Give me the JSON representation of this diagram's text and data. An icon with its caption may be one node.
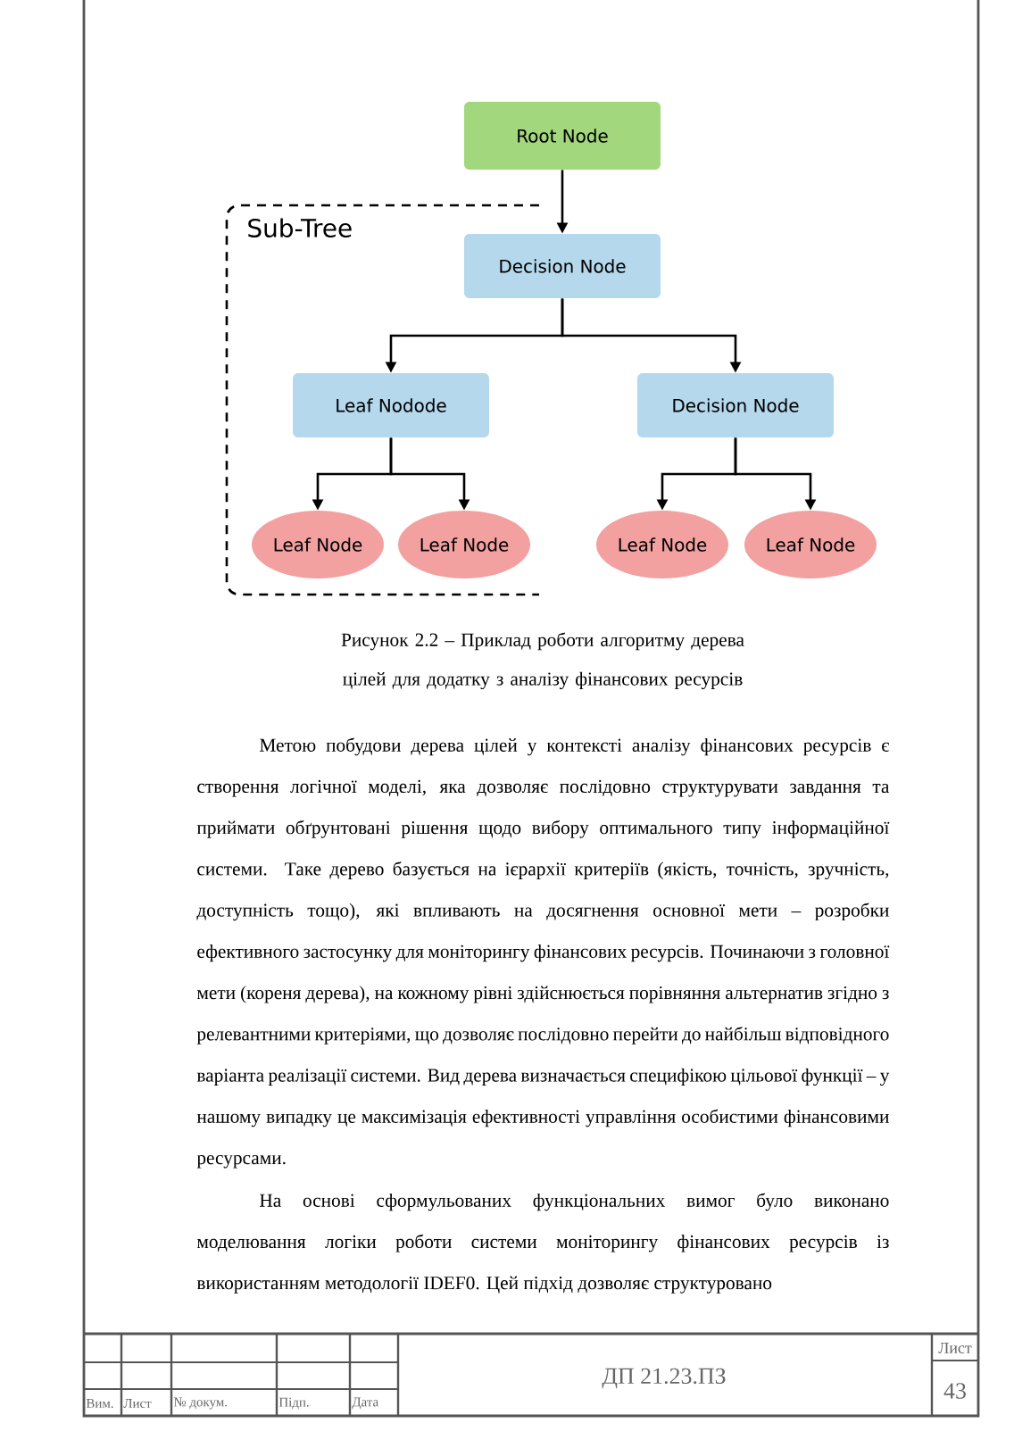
{
  "diagram": {
    "caption": "Рисунок 2.2 – Приклад роботи алгоритму дерева цілей для додатку з аналізу фінансових ресурсів",
    "nodes": [
      {
        "text": [
          "Root Node"
        ]
      },
      {
        "text": [
          "Sub-Tree"
        ]
      },
      {
        "text": [
          "Decision Node"
        ]
      },
      {
        "text": [
          "Leaf Nodode"
        ],
        "in": 1
      },
      {
        "text": [
          "Decision Node"
        ]
      },
      {
        "text": [
          "Leaf Node"
        ],
        "in": 1
      },
      {
        "text": [
          "Leaf Node"
        ],
        "in": 1
      },
      {
        "text": [
          "Leaf Node"
        ]
      },
      {
        "text": [
          "Leaf Node"
        ]
      }
    ],
    "edges": [
      {
        "from": 0,
        "to": 2,
        "arrow": "to"
      },
      {
        "from": 2,
        "to": 3,
        "arrow": "to"
      },
      {
        "from": 2,
        "to": 4,
        "arrow": "to"
      },
      {
        "from": 3,
        "to": 5,
        "arrow": "to"
      },
      {
        "from": 3,
        "to": 6,
        "arrow": "to"
      },
      {
        "from": 4,
        "to": 7,
        "arrow": "to"
      },
      {
        "from": 4,
        "to": 8,
        "arrow": "to"
      }
    ],
    "labels": [
      "Метою побудови дерева цілей у контексті аналізу фінансових ресурсів є створення логічної моделі, яка дозволяє послідовно структурувати завдання та приймати обґрунтовані рішення щодо вибору оптимального типу інформаційної системи. Таке дерево базується на ієрархії критеріїв (якість, точність, зручність, доступність тощо), які впливають на досягнення основної мети – розробки ефективного застосунку для моніторингу фінансових ресурсів. Починаючи з головної мети (кореня дерева), на кожному рівні здійснюється порівняння альтернатив згідно з релевантними критеріями, що дозволяє послідовно перейти до найбільш відповідного варіанта реалізації системи. Вид дерева визначається специфікою цільової функції – у нашому випадку це максимізація ефективності управління особистими фінансовими ресурсами.",
      "На основі сформульованих функціональних вимог було виконано моделювання логіки роботи системи моніторингу фінансових ресурсів із використанням методології IDEF0. Цей підхід дозволяє структуровано",
      "ДП 21.23.ПЗ",
      "Лист",
      "43",
      "Вим.",
      "Лист",
      "№ докум.",
      "Підп.",
      "Дата"
    ]
  }
}
